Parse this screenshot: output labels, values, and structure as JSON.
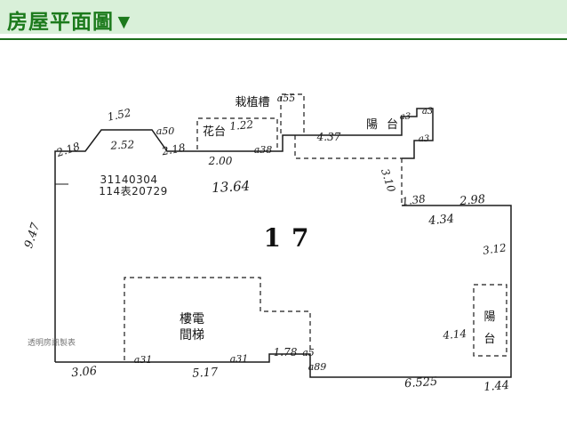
{
  "header": {
    "title": "房屋平面圖▼"
  },
  "plan": {
    "unit": "17",
    "ids": {
      "id1": "31140304",
      "id2": "114表20729"
    },
    "watermark": "透明房訊製表",
    "labels": {
      "flower_bed": "花台",
      "planting_trough": "栽植槽",
      "balcony_top": "陽台",
      "elevator_1": "樓電",
      "elevator_2": "間梯",
      "balcony_right_1": "陽",
      "balcony_right_2": "台"
    },
    "dims": {
      "d152": "1.52",
      "a50": "a50",
      "d218a": "2.18",
      "d252": "2.52",
      "d218b": "2.18",
      "d122": "1.22",
      "a55": "a55",
      "d200": "2.00",
      "a38": "a38",
      "d437": "4.37",
      "a3": "a3",
      "d310": "3.10",
      "d138": "1.38",
      "d298": "2.98",
      "d434": "4.34",
      "d312": "3.12",
      "d947": "9.47",
      "d1364": "13.64",
      "d306": "3.06",
      "a31": "a31",
      "d517": "5.17",
      "d178": "1.78",
      "a5": "a5",
      "a89": "a89",
      "d6525": "6.525",
      "d144": "1.44",
      "d414": "4.14"
    }
  },
  "colors": {
    "header_bg": "#d9f0d9",
    "header_text": "#1c7a1c",
    "rule": "#1c6e1c",
    "ink": "#1b1b1b"
  }
}
